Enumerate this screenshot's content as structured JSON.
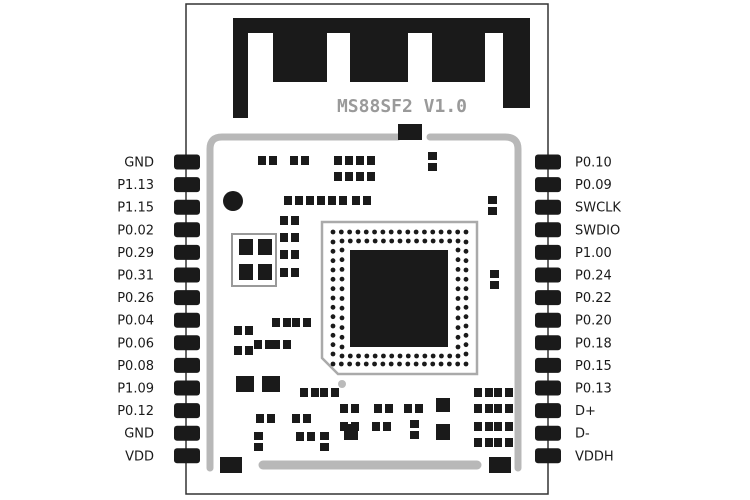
{
  "module": {
    "title": "MS88SF2 V1.0",
    "left_pins": [
      "GND",
      "P1.13",
      "P1.15",
      "P0.02",
      "P0.29",
      "P0.31",
      "P0.26",
      "P0.04",
      "P0.06",
      "P0.08",
      "P1.09",
      "P0.12",
      "GND",
      "VDD"
    ],
    "right_pins": [
      "P0.10",
      "P0.09",
      "SWCLK",
      "SWDIO",
      "P1.00",
      "P0.24",
      "P0.22",
      "P0.20",
      "P0.18",
      "P0.15",
      "P0.13",
      "D+",
      "D-",
      "VDDH"
    ]
  }
}
